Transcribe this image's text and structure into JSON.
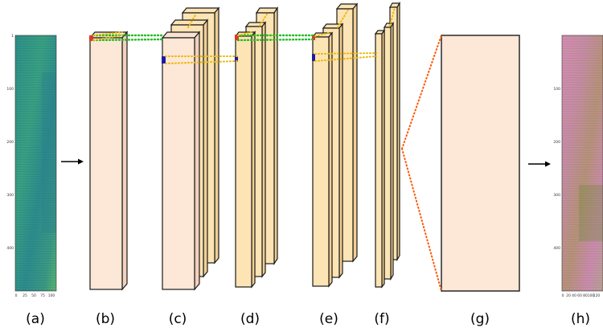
{
  "panels": [
    "(a)",
    "(b)",
    "(c)",
    "(d)",
    "(e)",
    "(f)",
    "(g)",
    "(h)"
  ],
  "input_map": {
    "y_ticks": [
      "1",
      "100",
      "200",
      "300",
      "400"
    ],
    "x_ticks": [
      "0",
      "25",
      "50",
      "75",
      "100"
    ]
  },
  "output_map": {
    "y_ticks": [
      "100",
      "200",
      "300",
      "400"
    ],
    "x_ticks": [
      "0",
      "20",
      "40",
      "60",
      "80",
      "100",
      "120"
    ]
  },
  "colors": {
    "block_fill": "#fde7d6",
    "deep_block_fill": "#fde4b4",
    "outline": "#1a1a1a",
    "link_green": "#22bb22",
    "link_yellow": "#e8b800",
    "link_orange": "#ff5500",
    "marker_red": "#e8322a",
    "marker_blue": "#1a1aa8"
  }
}
